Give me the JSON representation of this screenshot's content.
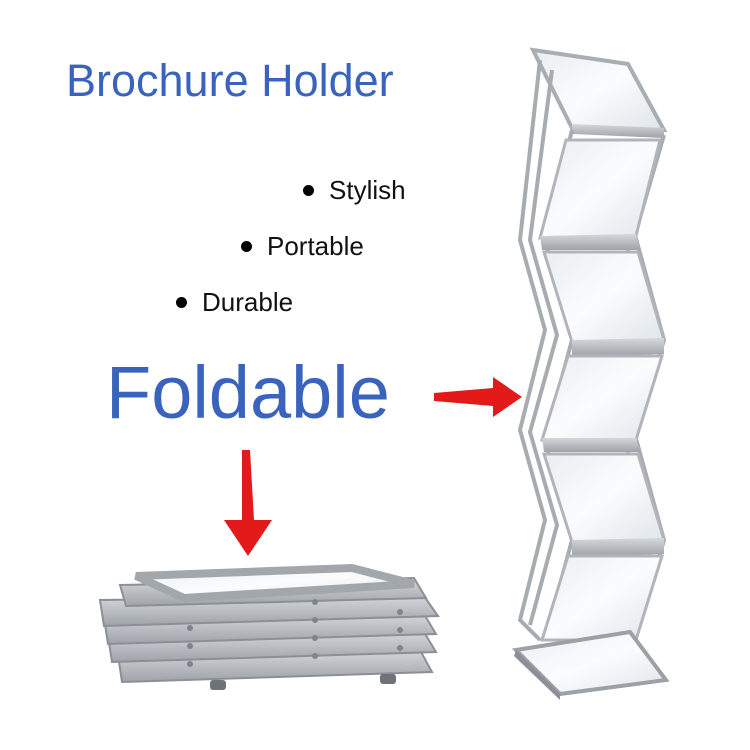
{
  "title": "Brochure Holder",
  "features": [
    "Stylish",
    "Portable",
    "Durable"
  ],
  "headline": "Foldable",
  "colors": {
    "title": "#3a63bd",
    "arrow": "#e21a1a",
    "frame": "#b9bdc2",
    "frame_dark": "#8c9096"
  },
  "icons": [
    "bullet-dot-icon",
    "arrow-right-icon",
    "arrow-down-icon"
  ]
}
